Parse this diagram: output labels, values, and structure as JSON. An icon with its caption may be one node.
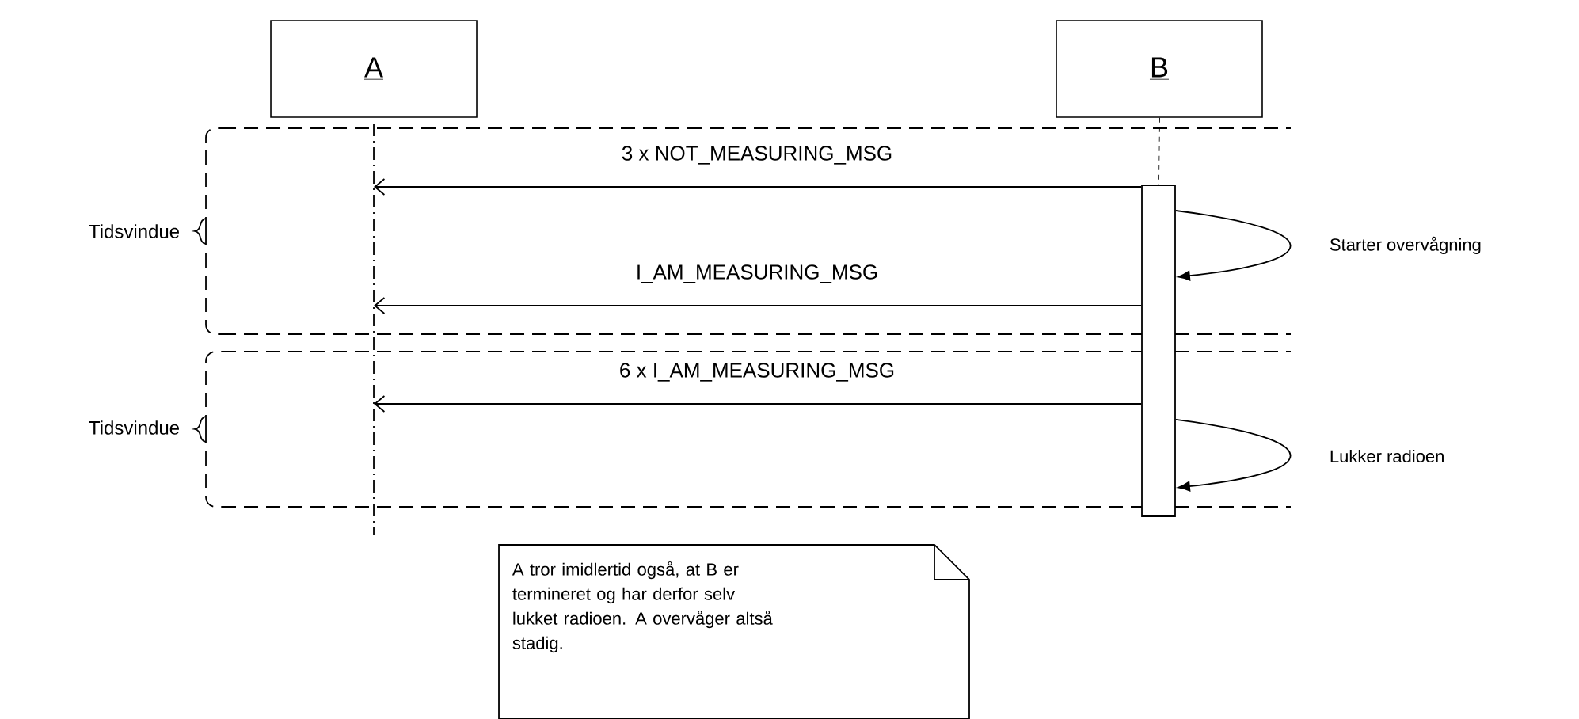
{
  "diagram": {
    "nodes": [
      {
        "text": [
          "A"
        ]
      },
      {
        "text": [
          "B"
        ]
      },
      {
        "text": [],
        "shape": "line"
      },
      {
        "text": [],
        "shape": "bar"
      },
      {
        "text": [
          "A tror imidlertid også, at B er termineret og har derfor selv lukket radioen. A overvåger altså stadig."
        ]
      }
    ],
    "edges": [
      {
        "from": 3,
        "to": 2,
        "arrow": "to",
        "label": "3 x NOT_MEASURING_MSG"
      },
      {
        "from": 3,
        "to": 3,
        "arrow": "to",
        "label": "Starter overvågning"
      },
      {
        "from": 3,
        "to": 2,
        "arrow": "to",
        "label": "I_AM_MEASURING_MSG"
      },
      {
        "from": 3,
        "to": 2,
        "arrow": "to",
        "label": "6 x I_AM_MEASURING_MSG"
      },
      {
        "from": 3,
        "to": 3,
        "arrow": "to",
        "label": "Lukker radioen"
      },
      {
        "from": 1,
        "to": 3,
        "arrow": "none",
        "style": "dashed"
      }
    ],
    "labels": [
      "Tidsvindue",
      "Tidsvindue"
    ]
  }
}
